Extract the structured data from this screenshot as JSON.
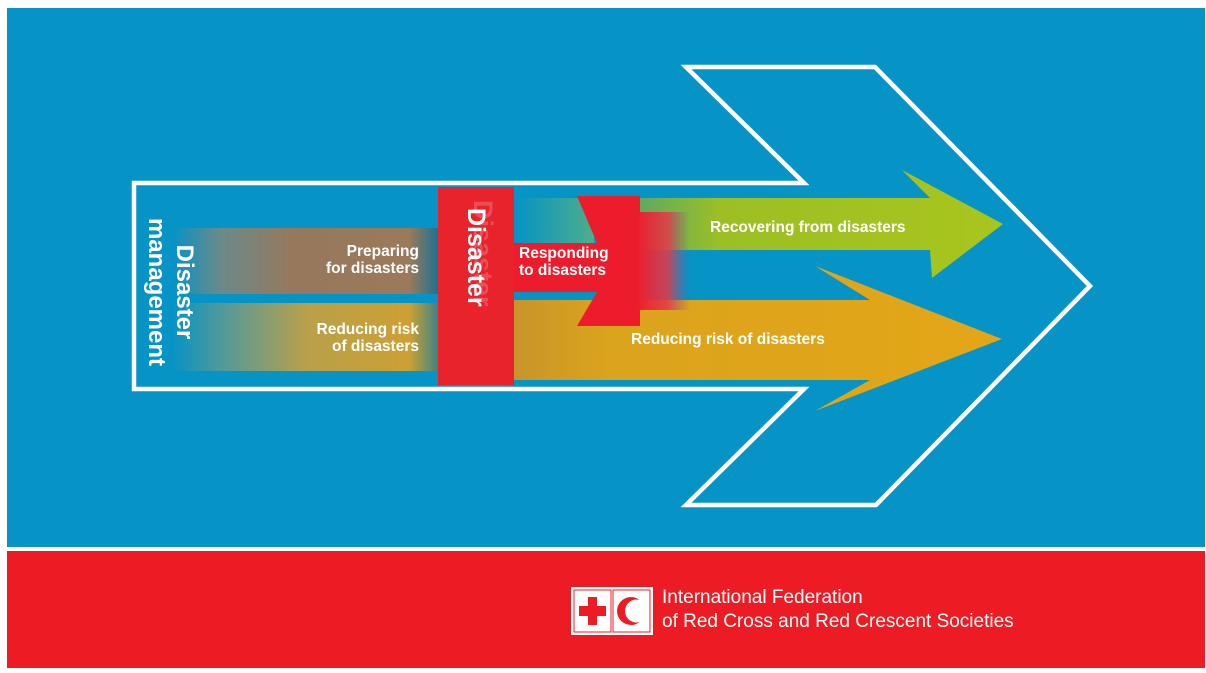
{
  "diagram": {
    "vertical_labels": {
      "management": [
        "Disaster",
        "management"
      ],
      "disaster": "Disaster"
    },
    "stages": {
      "preparing": [
        "Preparing",
        "for disasters"
      ],
      "reducing_left": [
        "Reducing risk",
        "of disasters"
      ],
      "responding": [
        "Responding",
        "to disasters"
      ],
      "recovering": "Recovering from disasters",
      "reducing_right": "Reducing risk of disasters"
    }
  },
  "footer": {
    "org_line1": "International Federation",
    "org_line2": "of Red Cross and Red Crescent Societies"
  },
  "colors": {
    "background_blue": "#0693c5",
    "footer_red": "#ed1c24",
    "outline_white": "#ffffff",
    "preparing_brown": "#98785c",
    "reducing_gold": "#dfa51b",
    "responding_red": "#ec1c2c",
    "recovering_green": "#a5c11f",
    "disaster_band_red": "#e8232c"
  },
  "icons": [
    "red-cross-icon",
    "red-crescent-icon"
  ]
}
